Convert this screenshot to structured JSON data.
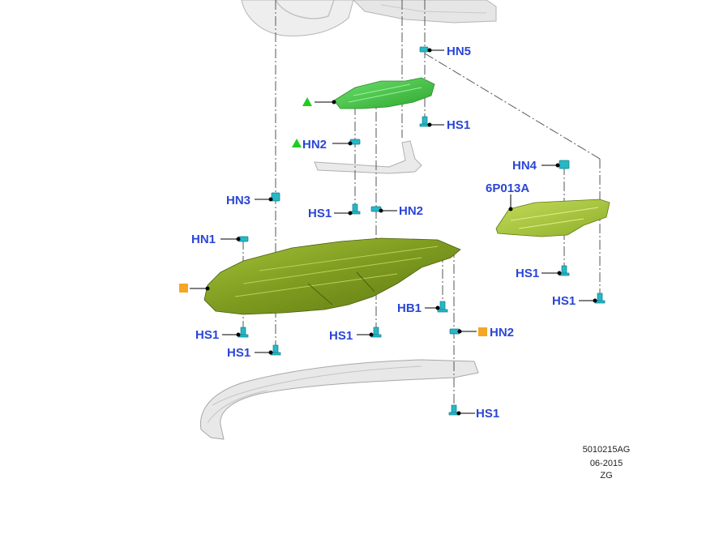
{
  "colors": {
    "callout_text": "#2b46d6",
    "leader": "#000000",
    "fastener": "#27b7c7",
    "shield_dark": "#6e8a1a",
    "shield_mid": "#8fae2a",
    "bracket_green": "#3cc63c",
    "marker_green": "#22cc22",
    "marker_orange": "#f5a623",
    "ghost_part": "#d8d8d8",
    "dash_line": "#555555"
  },
  "callouts": {
    "hn5": "HN5",
    "hs1_top": "HS1",
    "hn2_left": "HN2",
    "hn4": "HN4",
    "part_6p013a": "6P013A",
    "hn3": "HN3",
    "hs1_mid_left": "HS1",
    "hn2_mid": "HN2",
    "hn1": "HN1",
    "hs1_right_upper": "HS1",
    "hs1_right_lower": "HS1",
    "hb1": "HB1",
    "hs1_bottom_left_1": "HS1",
    "hs1_bottom_left_2": "HS1",
    "hs1_bottom_mid": "HS1",
    "hn2_bottom": "HN2",
    "hs1_bottom": "HS1"
  },
  "markers": {
    "bracket": "green-triangle-marker",
    "main_shield": "orange-square-marker"
  },
  "drawing_info": {
    "number": "5010215AG",
    "date": "06-2015",
    "code": "ZG"
  }
}
